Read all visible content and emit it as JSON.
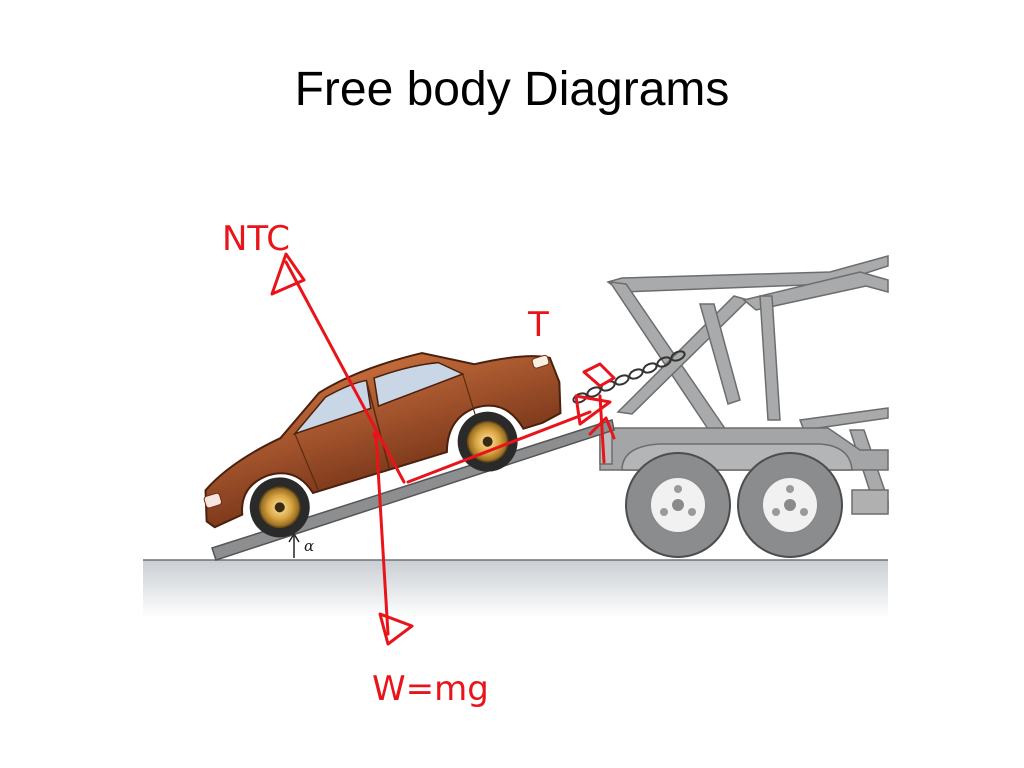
{
  "slide": {
    "title": "Free body Diagrams"
  },
  "diagram": {
    "angle_label": "α",
    "forces": {
      "normal": "NTC",
      "tension": "T",
      "weight": "W=mg"
    }
  },
  "colors": {
    "annotation": "#e8141a",
    "car_body": "#a0522d",
    "truck": "#9a9a9a",
    "ground": "#d9dcdf"
  }
}
